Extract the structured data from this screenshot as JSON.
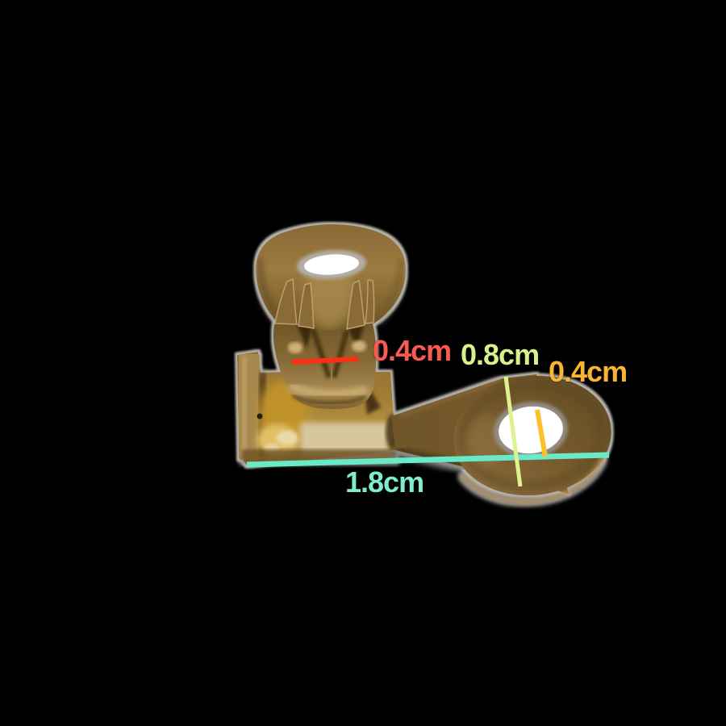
{
  "scene": {
    "background_color": "#000000"
  },
  "measurements": {
    "crimp_width": {
      "label": "0.4cm",
      "text_color": "#fa5a52",
      "line_color": "#ff2d12"
    },
    "ring_outer_diameter": {
      "label": "0.8cm",
      "text_color": "#d6f28a",
      "line_color": "#ddf392"
    },
    "ring_hole_diameter": {
      "label": "0.4cm",
      "text_color": "#f7b531",
      "line_color": "#fcc02c"
    },
    "overall_length": {
      "label": "1.8cm",
      "text_color": "#7feccd",
      "line_color": "#68e9c8"
    }
  }
}
